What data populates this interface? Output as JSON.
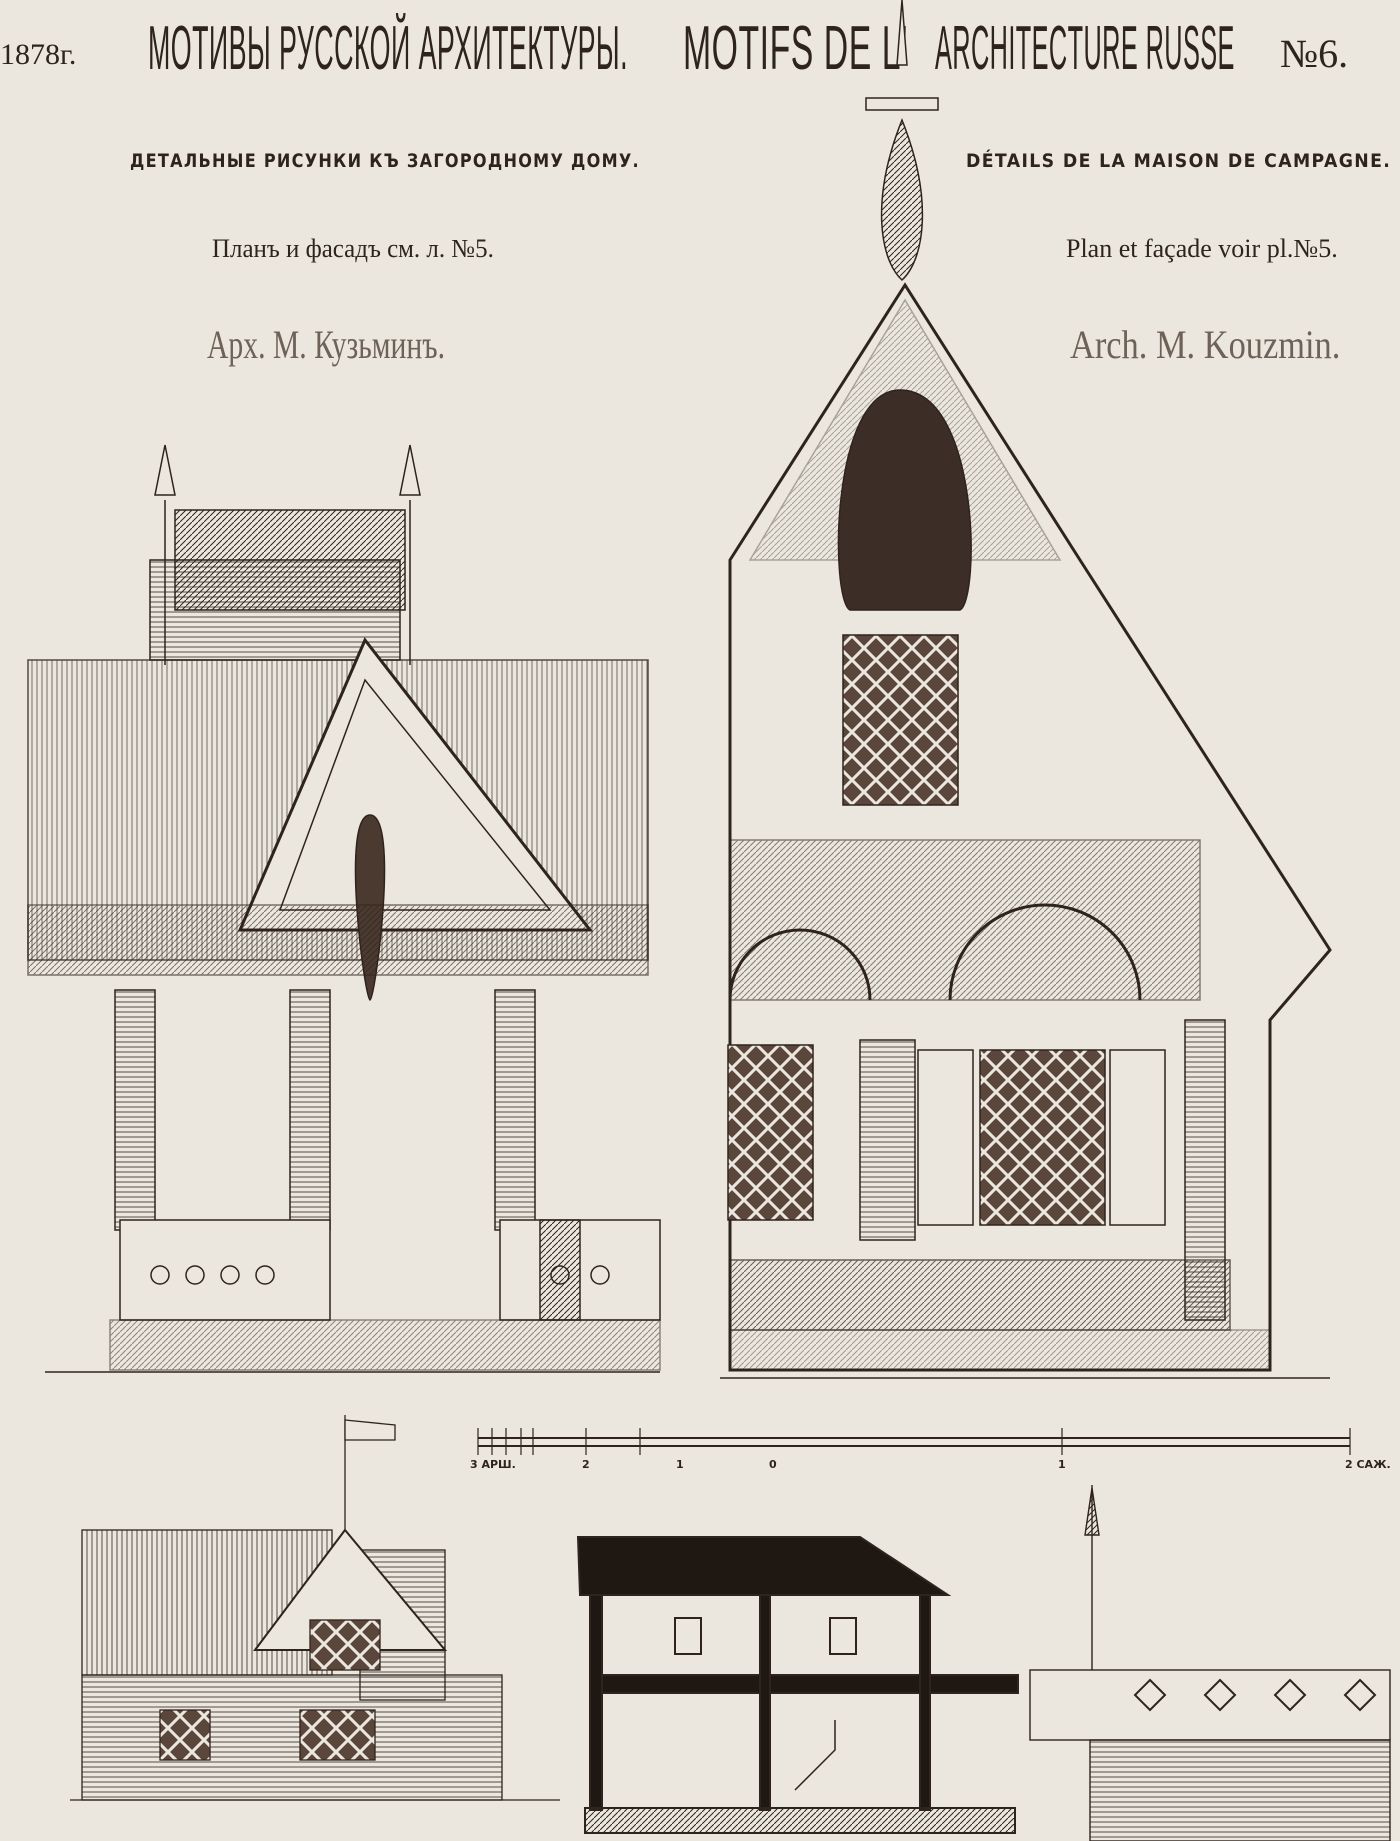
{
  "header": {
    "year": "1878г.",
    "title_ru": "МОТИВЫ РУССКОЙ АРХИТЕКТУРЫ.",
    "title_fr_part1": "MOTIFS DE L'",
    "title_fr_part2": "ARCHITECTURE RUSSE",
    "plate_number": "№6."
  },
  "subtitles": {
    "ru": "ДЕТАЛЬНЫЕ РИСУНКИ КЪ ЗАГОРОДНОМУ ДОМУ.",
    "fr": "DÉTAILS DE LA MAISON DE CAMPAGNE."
  },
  "plan_reference": {
    "ru": "Планъ и фасадъ см. л. №5.",
    "fr": "Plan et façade voir pl.№5."
  },
  "architect": {
    "ru": "Арх. М. Кузьминъ.",
    "fr": "Arch. M. Kouzmin."
  },
  "scale_bar": {
    "labels": [
      "3 АРШ.",
      "2",
      "1",
      "0",
      "1",
      "2 САЖ."
    ]
  },
  "colors": {
    "paper": "#ebe7de",
    "ink": "#2e241d"
  }
}
